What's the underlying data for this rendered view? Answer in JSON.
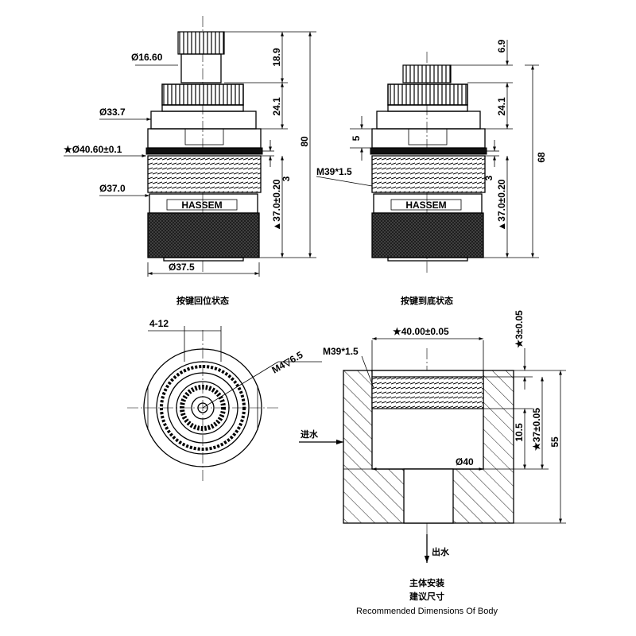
{
  "dims": {
    "d1660": "Ø16.60",
    "d337": "Ø33.7",
    "d4060": "★Ø40.60±0.1",
    "d370": "Ø37.0",
    "d375": "Ø37.5",
    "h189": "18.9",
    "h241a": "24.1",
    "h80": "80",
    "h3a": "3",
    "h370a": "▲37.0±0.20",
    "h69": "6.9",
    "h241b": "24.1",
    "h5": "5",
    "h68": "68",
    "m39a": "M39*1.5",
    "h3b": "3",
    "h370b": "▲37.0±0.20",
    "w412": "4-12",
    "m4": "M4▽6.5",
    "w4000": "★40.00±0.05",
    "m39b": "M39*1.5",
    "h3005": "★3±0.05",
    "h105": "10.5",
    "h3705": "★37±0.05",
    "h55": "55",
    "d40": "Ø40"
  },
  "labels": {
    "brand": "HASSEM",
    "inlet": "进水",
    "outlet": "出水"
  },
  "captions": {
    "view1": "按键回位状态",
    "view2": "按键到底状态",
    "body_line1": "主体安装",
    "body_line2": "建议尺寸",
    "body_en": "Recommended Dimensions Of Body"
  }
}
